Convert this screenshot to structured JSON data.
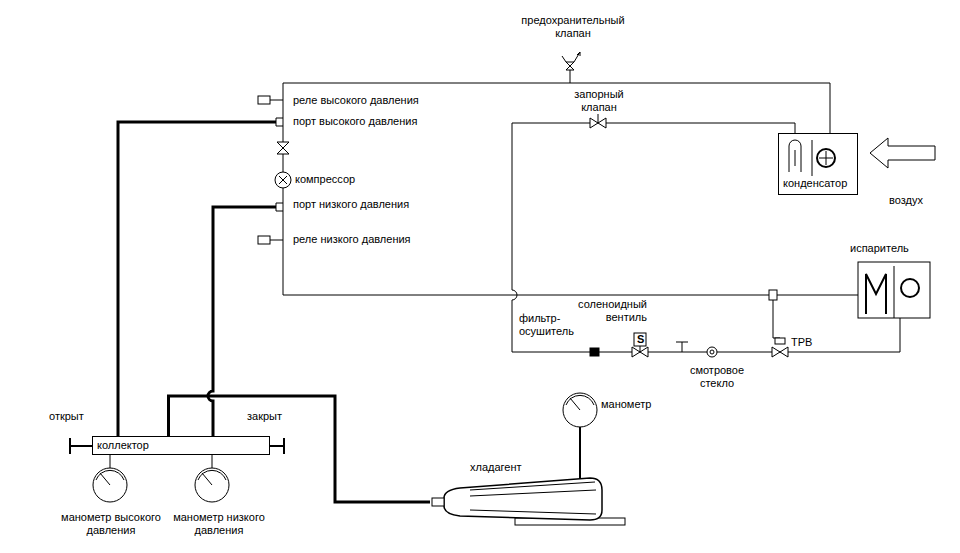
{
  "diagram": {
    "nodes": [
      {
        "text": [
          "конденсатор"
        ]
      },
      {
        "text": [
          "испаритель"
        ]
      },
      {
        "text": [
          "коллектор"
        ]
      },
      {
        "text": [
          "хладагент"
        ]
      }
    ],
    "edges": [
      {
        "from": 2,
        "to": 3,
        "arrow": "none"
      }
    ],
    "labels": [
      "предохранительный клапан",
      "реле высокого давления",
      "порт высокого давления",
      "компрессор",
      "порт низкого давления",
      "реле низкого давления",
      "запорный клапан",
      "воздух",
      "фильтр-осушитель",
      "соленоидный вентиль",
      "S",
      "смотровое стекло",
      "ТРВ",
      "открыт",
      "закрыт",
      "манометр",
      "манометр высокого давления",
      "манометр низкого давления"
    ]
  }
}
